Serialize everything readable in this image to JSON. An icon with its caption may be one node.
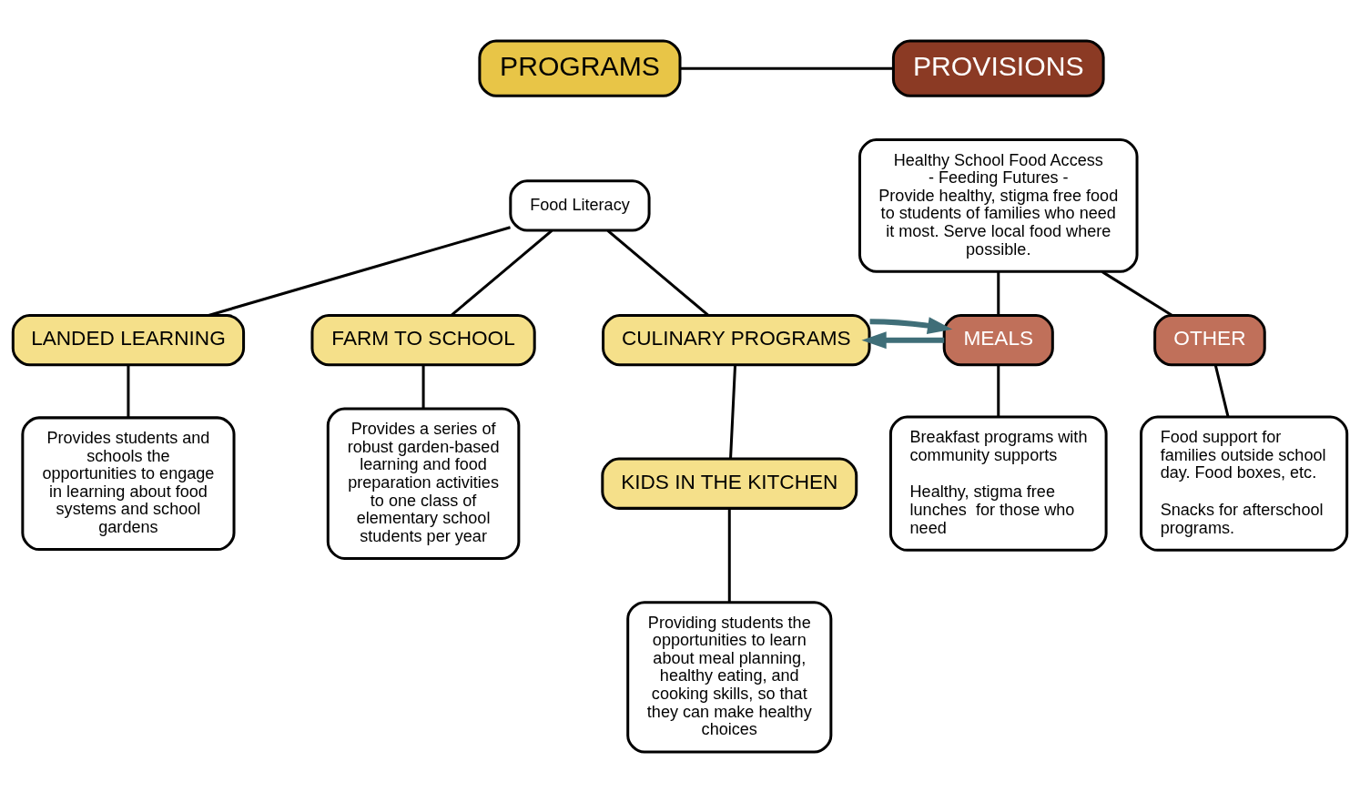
{
  "diagram": {
    "nodes": [
      {
        "text": [
          "PROGRAMS"
        ]
      },
      {
        "text": [
          "Food Literacy"
        ]
      },
      {
        "text": [
          "PROVISIONS"
        ]
      },
      {
        "text": [
          "Healthy School Food Access",
          "- Feeding Futures -",
          "Provide healthy, stigma free food to students of families who need it most. Serve local food where possible."
        ]
      },
      {
        "text": [
          "LANDED LEARNING"
        ]
      },
      {
        "text": [
          "FARM TO SCHOOL"
        ]
      },
      {
        "text": [
          "CULINARY PROGRAMS"
        ]
      },
      {
        "text": [
          "MEALS"
        ]
      },
      {
        "text": [
          "OTHER"
        ]
      },
      {
        "text": [
          "Provides students and schools the opportunities to engage in learning about food systems and school gardens"
        ]
      },
      {
        "text": [
          "Provides a series of robust garden-based learning and food preparation activities to one class of elementary school students per year"
        ]
      },
      {
        "text": [
          "KIDS IN THE KITCHEN"
        ]
      },
      {
        "text": [
          "Breakfast programs with community supports",
          "Healthy, stigma free lunches  for those who need"
        ]
      },
      {
        "text": [
          "Food support for families outside school day. Food boxes, etc.",
          "Snacks for afterschool programs."
        ]
      },
      {
        "text": [
          "Providing students the opportunities to learn about meal planning, healthy eating, and cooking skills, so that they can make healthy choices"
        ]
      }
    ],
    "edges": [
      {
        "from": 0,
        "to": 2,
        "arrow": "none"
      },
      {
        "from": 1,
        "to": 4,
        "arrow": "none"
      },
      {
        "from": 1,
        "to": 5,
        "arrow": "none"
      },
      {
        "from": 1,
        "to": 6,
        "arrow": "none"
      },
      {
        "from": 3,
        "to": 7,
        "arrow": "none"
      },
      {
        "from": 3,
        "to": 8,
        "arrow": "none"
      },
      {
        "from": 4,
        "to": 9,
        "arrow": "none"
      },
      {
        "from": 5,
        "to": 10,
        "arrow": "none"
      },
      {
        "from": 6,
        "to": 11,
        "arrow": "none"
      },
      {
        "from": 7,
        "to": 12,
        "arrow": "none"
      },
      {
        "from": 8,
        "to": 13,
        "arrow": "none"
      },
      {
        "from": 11,
        "to": 14,
        "arrow": "none"
      },
      {
        "from": 7,
        "to": 6,
        "arrow": "to",
        "style": "thick",
        "color": "#3f6e78"
      },
      {
        "from": 6,
        "to": 7,
        "arrow": "to",
        "style": "thick",
        "color": "#3f6e78"
      }
    ]
  }
}
